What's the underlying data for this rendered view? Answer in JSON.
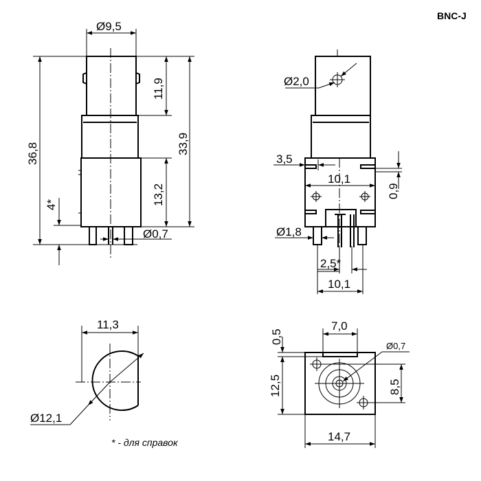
{
  "title": "BNC-J",
  "note": "*  -  для справок",
  "front_view": {
    "d_top": "Ø9,5",
    "h_bayonet": "11,9",
    "h_total": "36,8",
    "h_body": "33,9",
    "h_base": "13,2",
    "h_ref": "4*",
    "pin_d": "Ø0,7"
  },
  "side_view": {
    "hole_d": "Ø2,0",
    "offset": "3,5",
    "width_top": "10,1",
    "small": "0,9",
    "pin_d": "Ø1,8",
    "pitch_ref": "2,5*",
    "width_bottom": "10,1"
  },
  "circle_view": {
    "chord": "11,3",
    "diameter": "Ø12,1"
  },
  "bottom_view": {
    "gap": "0,5",
    "inner_w": "7,0",
    "hole_d": "Ø0,7",
    "height": "12,5",
    "pitch_v": "8,5",
    "width": "14,7"
  }
}
